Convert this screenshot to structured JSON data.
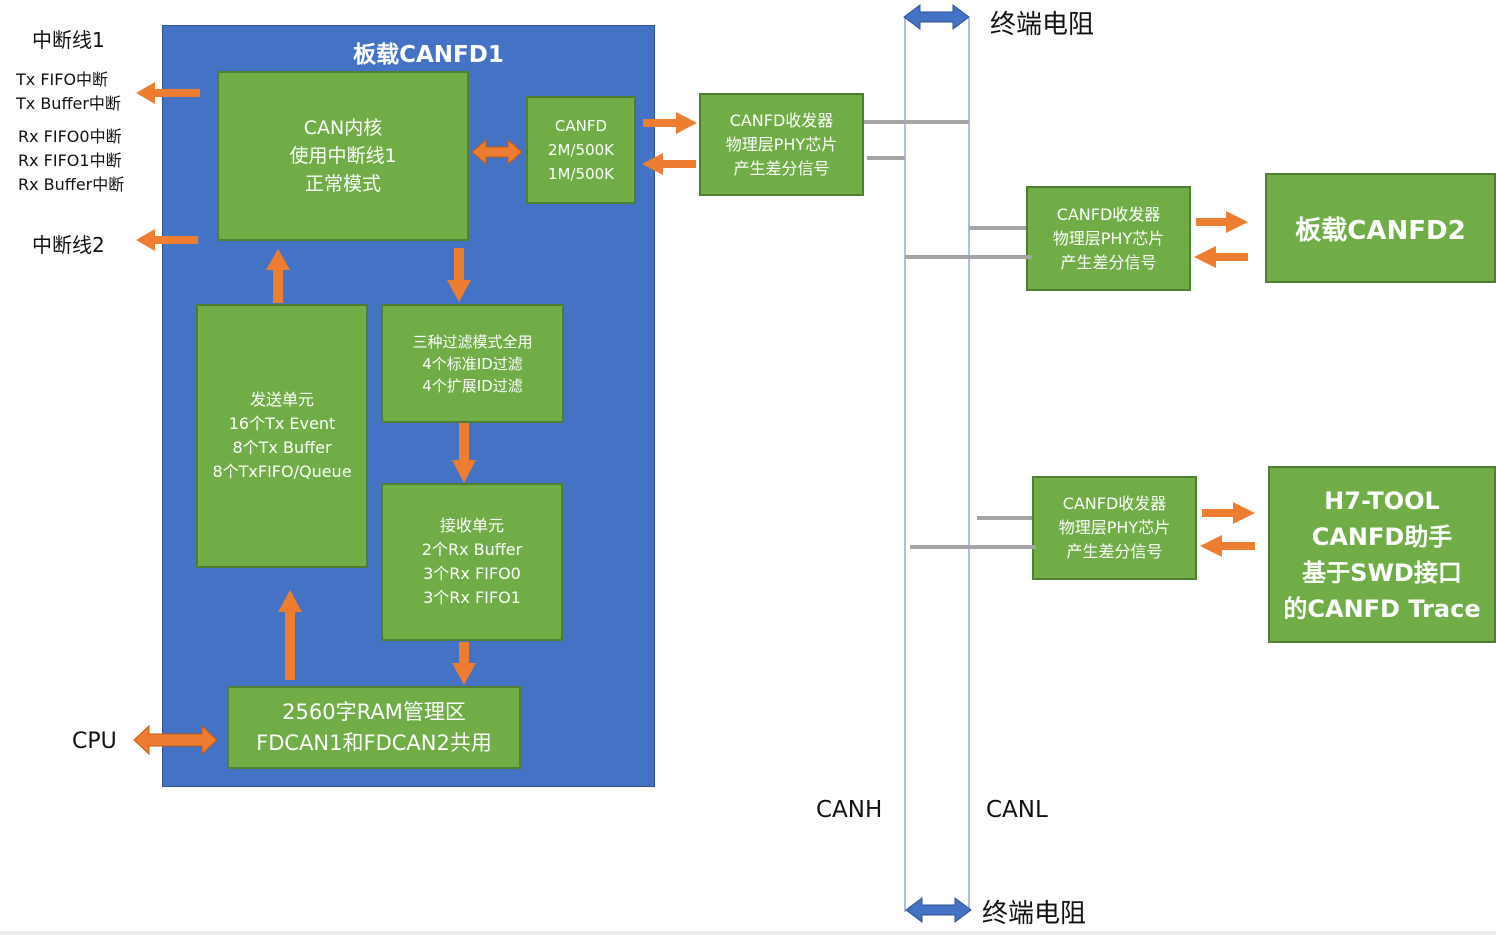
{
  "colors": {
    "board": "#4472C4",
    "block": "#70AD47",
    "block_border": "#507E32",
    "arrow": "#ED7D31",
    "bus_line": "#8FAADC",
    "bus_arrow": "#4472C4",
    "stub": "#A5A5A5"
  },
  "left_labels": {
    "irq_line1": "中断线1",
    "tx_irqs": [
      "Tx FIFO中断",
      "Tx Buffer中断"
    ],
    "rx_irqs": [
      "Rx FIFO0中断",
      "Rx FIFO1中断",
      "Rx Buffer中断"
    ],
    "irq_line2": "中断线2",
    "cpu": "CPU"
  },
  "board1": {
    "title": "板载CANFD1",
    "can_core": [
      "CAN内核",
      "使用中断线1",
      "正常模式"
    ],
    "canfd_rate": [
      "CANFD",
      "2M/500K",
      "1M/500K"
    ],
    "filter": [
      "三种过滤模式全用",
      "4个标准ID过滤",
      "4个扩展ID过滤"
    ],
    "tx_unit": [
      "发送单元",
      "16个Tx Event",
      "8个Tx Buffer",
      "8个TxFIFO/Queue"
    ],
    "rx_unit": [
      "接收单元",
      "2个Rx Buffer",
      "3个Rx FIFO0",
      "3个Rx FIFO1"
    ],
    "ram": [
      "2560字RAM管理区",
      "FDCAN1和FDCAN2共用"
    ]
  },
  "transceivers": [
    [
      "CANFD收发器",
      "物理层PHY芯片",
      "产生差分信号"
    ],
    [
      "CANFD收发器",
      "物理层PHY芯片",
      "产生差分信号"
    ],
    [
      "CANFD收发器",
      "物理层PHY芯片",
      "产生差分信号"
    ]
  ],
  "board2": {
    "title": "板载CANFD2"
  },
  "h7tool": {
    "lines": [
      "H7-TOOL",
      "CANFD助手",
      "基于SWD接口",
      "的CANFD Trace"
    ]
  },
  "bus": {
    "terminator_top": "终端电阻",
    "terminator_bottom": "终端电阻",
    "canh": "CANH",
    "canl": "CANL"
  }
}
